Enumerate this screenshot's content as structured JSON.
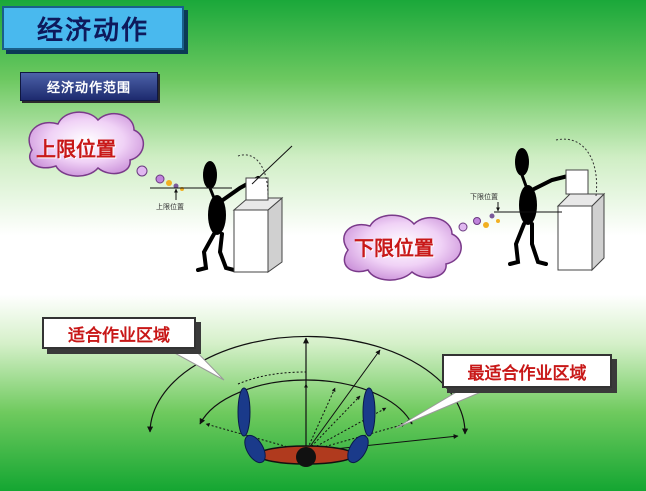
{
  "slide": {
    "title": "经济动作",
    "subtitle": "经济动作范围"
  },
  "upper_figure": {
    "cloud_label": "上限位置",
    "position_label": "上限位置"
  },
  "lower_figure": {
    "cloud_label": "下限位置",
    "position_label": "下限位置"
  },
  "work_area": {
    "suitable_label": "适合作业区域",
    "best_label": "最适合作业区域"
  },
  "colors": {
    "title_bg": "#49b9ee",
    "title_text": "#0e1a5c",
    "label_red": "#c81818",
    "cloud_fill": "#e8b8f0",
    "arm_blue": "#1a3a8a",
    "table_brown": "#b03a1e"
  }
}
